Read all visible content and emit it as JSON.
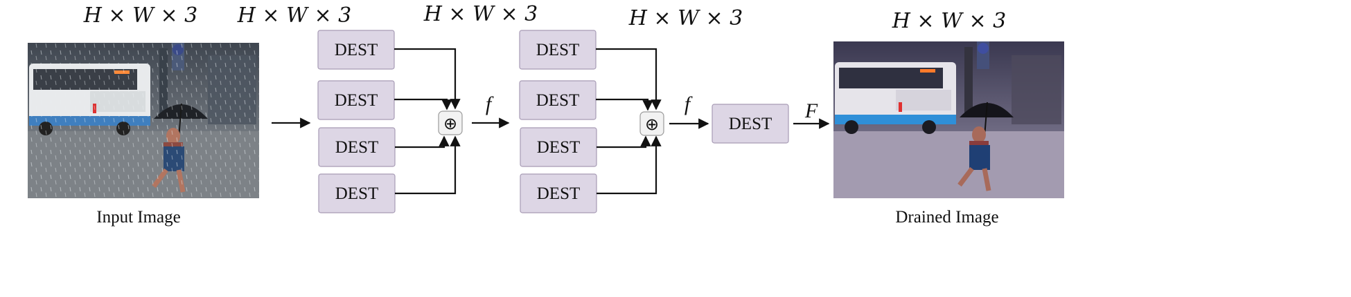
{
  "dims": {
    "input": "H × W × 3",
    "stage1": "H × W × 3",
    "stage2": "H × W × 3",
    "stage3": "H × W × 3",
    "output": "H × W × 3"
  },
  "captions": {
    "input": "Input Image",
    "output": "Drained Image"
  },
  "stage1": {
    "blocks": [
      "DEST",
      "DEST",
      "DEST",
      "DEST"
    ],
    "sum_symbol": "⊕",
    "out_label": "f"
  },
  "stage2": {
    "blocks": [
      "DEST",
      "DEST",
      "DEST",
      "DEST"
    ],
    "sum_symbol": "⊕",
    "out_label": "f"
  },
  "final_block": "DEST",
  "final_label": "F",
  "colors": {
    "dest_fill": "#ddd6e5",
    "dest_stroke": "#a79bb5",
    "sum_fill": "#f2f2f2",
    "arrow": "#111111"
  },
  "images": {
    "input": "rainy-street-photo",
    "output": "derained-street-photo"
  }
}
